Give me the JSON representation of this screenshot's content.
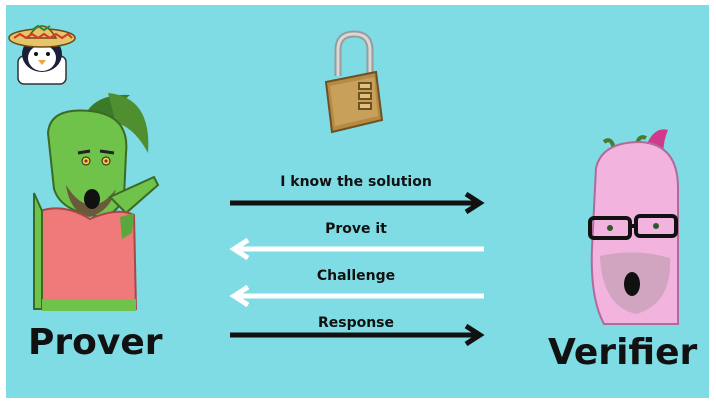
{
  "roles": {
    "prover": "Prover",
    "verifier": "Verifier"
  },
  "messages": [
    {
      "text": "I know the solution",
      "direction": "to-verifier",
      "color": "#111111"
    },
    {
      "text": "Prove it",
      "direction": "to-prover",
      "color": "#ffffff"
    },
    {
      "text": "Challenge",
      "direction": "to-prover",
      "color": "#ffffff"
    },
    {
      "text": "Response",
      "direction": "to-verifier",
      "color": "#111111"
    }
  ],
  "colors": {
    "background": "#7fdbe4",
    "prover_skin": "#6fc24a",
    "prover_shirt": "#f07a7a",
    "verifier_skin": "#f2b3df"
  },
  "icons": [
    "penguin-sombrero-icon",
    "padlock-icon"
  ]
}
